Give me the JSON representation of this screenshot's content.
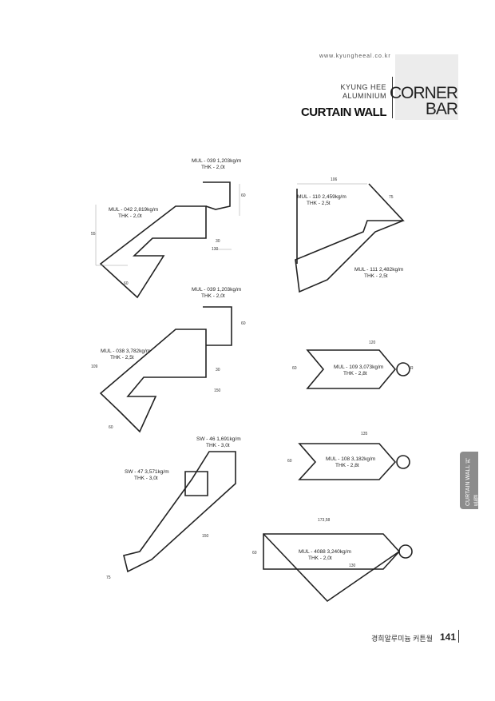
{
  "header": {
    "url": "www.kyungheeal.co.kr",
    "brand_line1": "KYUNG HEE",
    "brand_line2": "ALUMINIUM",
    "section": "CURTAIN WALL",
    "category_line1": "CORNER",
    "category_line2": "BAR"
  },
  "side_tab": {
    "text": "CURTAIN WALL 커튼월"
  },
  "footer": {
    "title": "경희알루미늄 커튼월",
    "page": "141"
  },
  "profiles": [
    {
      "code": "MUL - 039  1,203kg/m",
      "thk": "THK - 2,0t"
    },
    {
      "code": "MUL - 042  2,819kg/m",
      "thk": "THK - 2,0t"
    },
    {
      "code": "MUL - 110  2,459kg/m",
      "thk": "THK - 2,5t"
    },
    {
      "code": "MUL - 111  2,482kg/m",
      "thk": "THK - 2,5t"
    },
    {
      "code": "MUL - 039  1,203kg/m",
      "thk": "THK - 2,0t"
    },
    {
      "code": "MUL - 038  3,782kg/m",
      "thk": "THK - 2,5t"
    },
    {
      "code": "MUL - 109  3,073kg/m",
      "thk": "THK - 2,8t"
    },
    {
      "code": "SW - 46  1,691kg/m",
      "thk": "THK - 3,0t"
    },
    {
      "code": "SW - 47  3,571kg/m",
      "thk": "THK - 3,0t"
    },
    {
      "code": "MUL - 108  3,182kg/m",
      "thk": "THK - 2,8t"
    },
    {
      "code": "MUL - 4088  3,240kg/m",
      "thk": "THK - 2,0t"
    }
  ],
  "dims": {
    "d1": "60",
    "d2": "30",
    "d3": "130",
    "d4": "55",
    "d5": "60",
    "d6": "106",
    "d7": "75",
    "d8": "60",
    "d9": "30",
    "d10": "150",
    "d11": "109",
    "d12": "60",
    "d13": "120",
    "d14": "60",
    "d15": "R",
    "d16": "135",
    "d17": "60",
    "d18": "150",
    "d19": "75",
    "d20": "173,58",
    "d21": "60",
    "d22": "130"
  }
}
